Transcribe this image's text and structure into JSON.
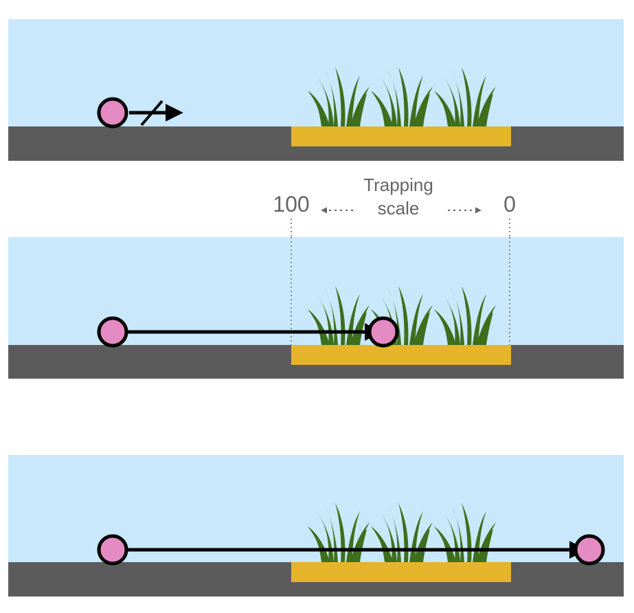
{
  "scale": {
    "title_line1": "Trapping",
    "title_line2": "scale",
    "left_value": "100",
    "right_value": "0"
  },
  "colors": {
    "water": "#c9e8fb",
    "ground": "#5b5b5b",
    "sediment_bed": "#e4b52a",
    "grass": "#3d6f1c",
    "particle_fill": "#e58bc3",
    "particle_outline": "#000000",
    "arrow": "#000000",
    "scale_text": "#666666",
    "scale_lines": "#888888"
  },
  "icons": {
    "particle": "particle-circle-icon",
    "grass": "grass-clump-icon",
    "blocked_arrow": "blocked-arrow-icon",
    "trajectory_arrow": "arrow-right-icon"
  },
  "panels": [
    {
      "id": "no-movement",
      "particle_moves": false,
      "trapping_value": null
    },
    {
      "id": "trapped",
      "particle_moves": true,
      "trapping_value": 62
    },
    {
      "id": "passed-through",
      "particle_moves": true,
      "trapping_value": 0
    }
  ]
}
